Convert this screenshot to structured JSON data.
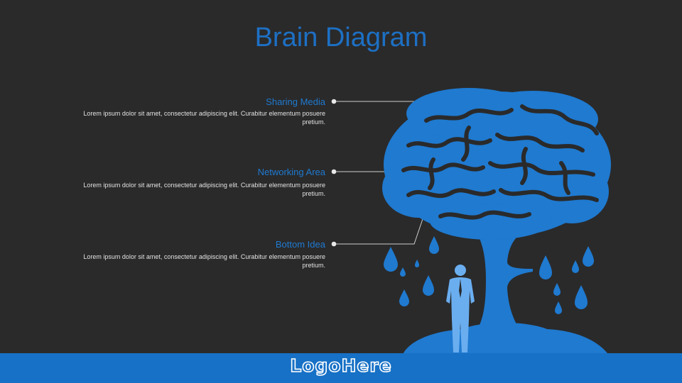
{
  "slide": {
    "title": "Brain Diagram",
    "items": [
      {
        "title": "Sharing Media",
        "text": "Lorem ipsum dolor sit amet, consectetur adipiscing elit. Curabitur elementum posuere pretium."
      },
      {
        "title": "Networking Area",
        "text": "Lorem ipsum dolor sit amet, consectetur adipiscing elit. Curabitur elementum posuere pretium."
      },
      {
        "title": "Bottom Idea",
        "text": "Lorem ipsum dolor sit amet, consectetur adipiscing elit. Curabitur elementum posuere pretium."
      }
    ],
    "logo": "LogoHere"
  },
  "colors": {
    "background": "#2a2a2b",
    "accent": "#1f7ad0",
    "footer": "#1771c6",
    "text": "#e2e2e2"
  },
  "icons": [
    "brain-tree-illustration",
    "businessman-icon",
    "raindrop-icon"
  ]
}
